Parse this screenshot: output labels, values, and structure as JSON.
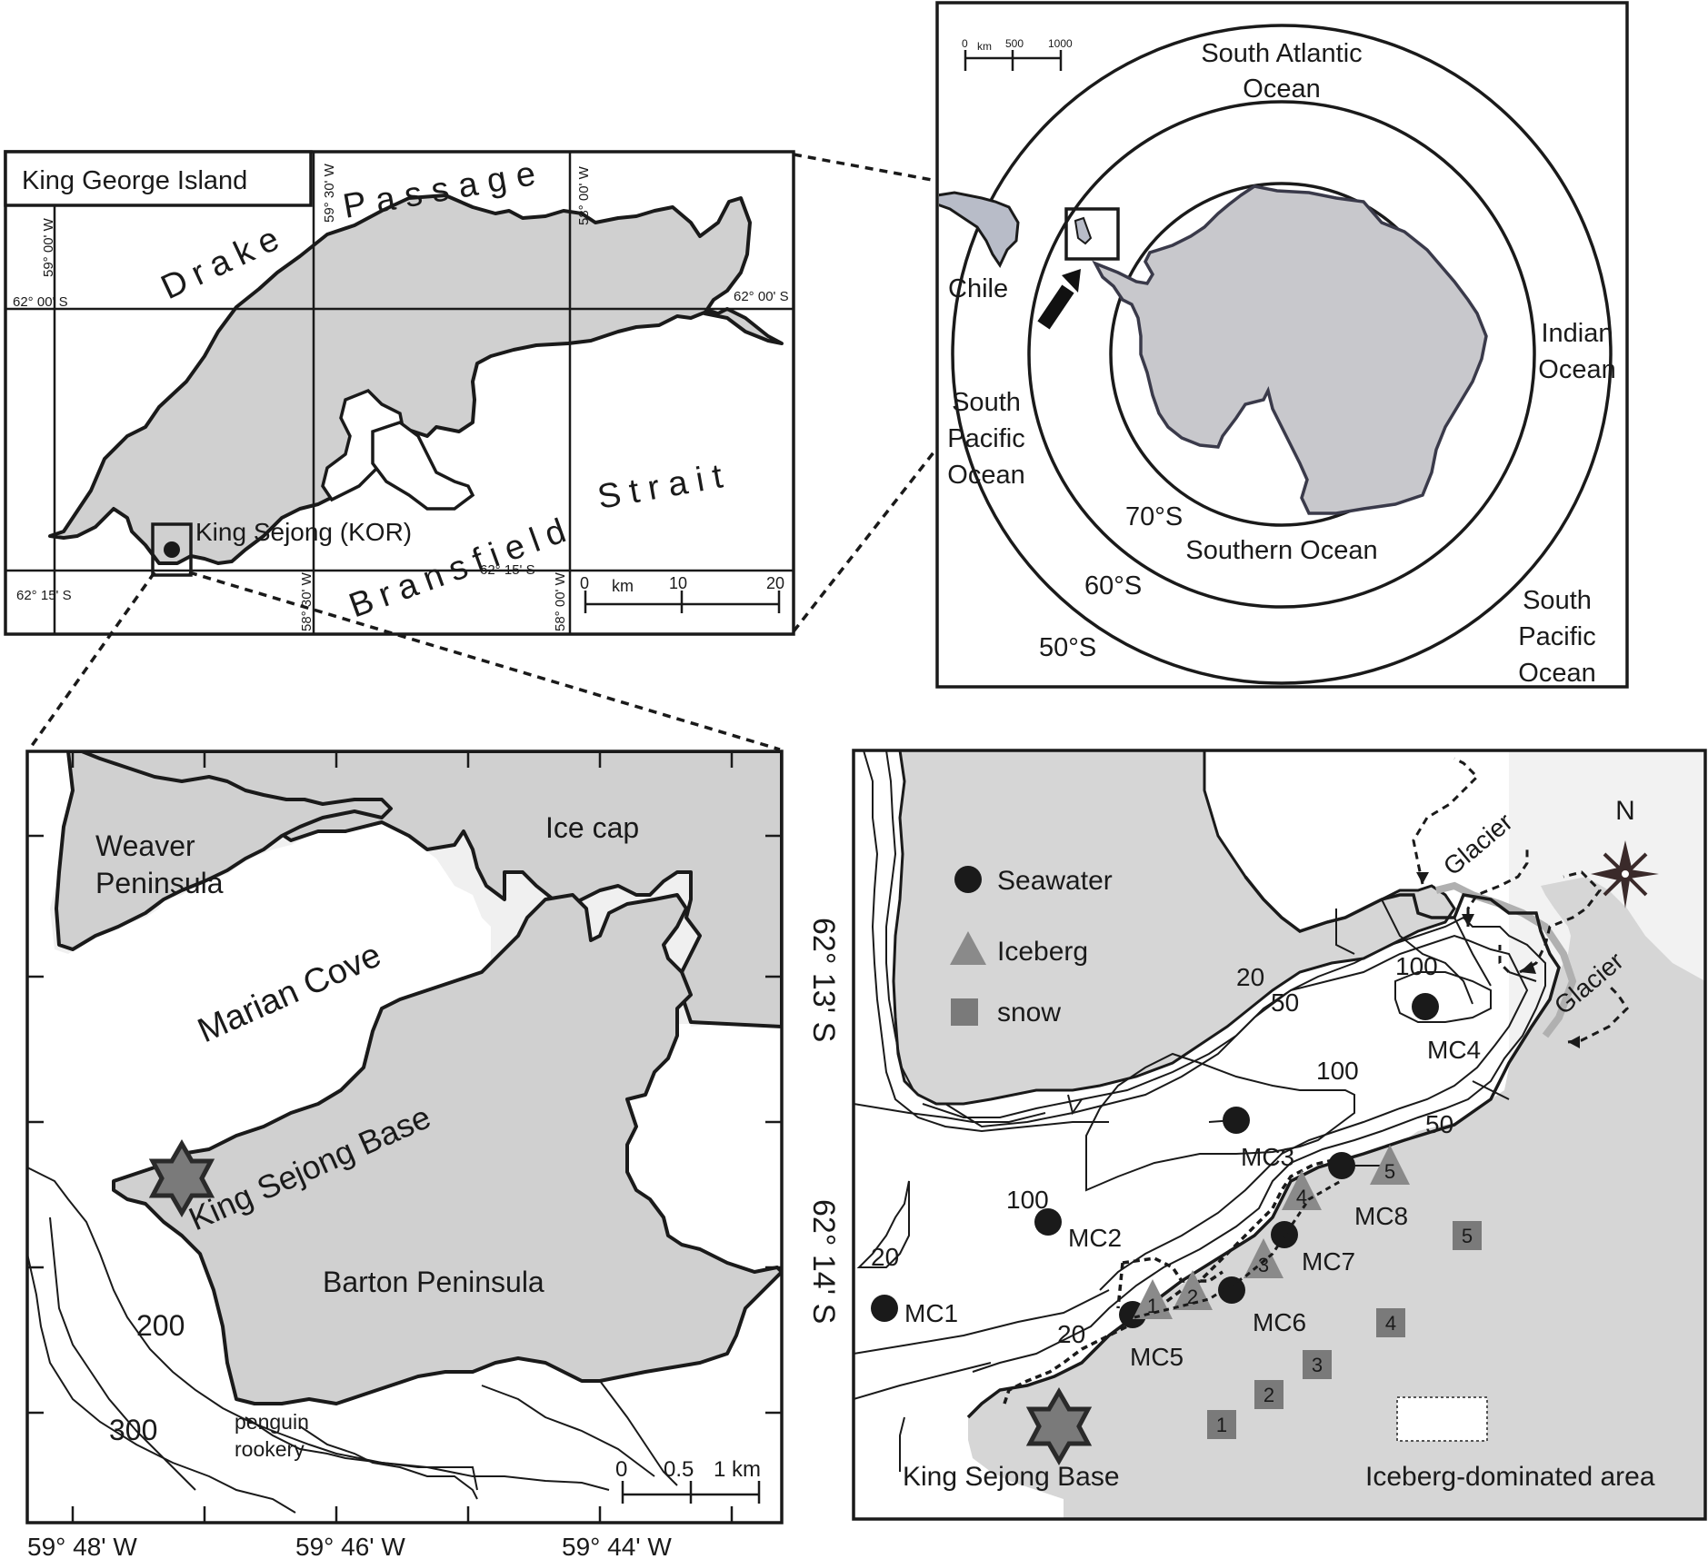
{
  "kgi_map": {
    "title": "King George Island",
    "passage_word1": "Drake",
    "passage_word2": "Passage",
    "strait_word1": "Bransfield",
    "strait_word2": "Strait",
    "station": "King Sejong (KOR)",
    "lat_labels": [
      "62° 00' S",
      "62° 00' S",
      "62° 15' S",
      "62° 15' S"
    ],
    "lon_labels": [
      "59° 00' W",
      "59° 30' W",
      "58° 00' W",
      "58° 30' W",
      "58° 00' W"
    ],
    "scale": [
      "0",
      "km",
      "10",
      "20"
    ]
  },
  "antarctica_map": {
    "scale": [
      "0",
      "km",
      "500",
      "1000"
    ],
    "oceans": {
      "south_atlantic": [
        "South Atlantic",
        "Ocean"
      ],
      "indian": [
        "Indian",
        "Ocean"
      ],
      "south_pacific_left": [
        "South",
        "Pacific",
        "Ocean"
      ],
      "south_pacific_right": [
        "South",
        "Pacific",
        "Ocean"
      ],
      "southern": "Southern Ocean"
    },
    "latitudes": [
      "70°S",
      "60°S",
      "50°S"
    ],
    "country": "Chile"
  },
  "barton_map": {
    "weaver": [
      "Weaver",
      "Peninsula"
    ],
    "ice_cap": "Ice cap",
    "marian_cove": "Marian Cove",
    "base": "King Sejong Base",
    "barton": "Barton Peninsula",
    "penguin": [
      "penguin",
      "rookery"
    ],
    "depths": [
      "200",
      "300"
    ],
    "lat_labels": [
      "62° 13' S",
      "62° 14' S"
    ],
    "lon_labels": [
      "59° 48' W",
      "59° 46' W",
      "59° 44' W"
    ],
    "scale": [
      "0",
      "0.5",
      "1 km"
    ]
  },
  "cove_map": {
    "legend": [
      "Seawater",
      "Iceberg",
      "snow"
    ],
    "glacier": "Glacier",
    "north": "N",
    "base": "King Sejong Base",
    "iceberg_area": "Iceberg-dominated area",
    "depths": [
      "20",
      "50",
      "100",
      "100",
      "50",
      "100",
      "20",
      "20"
    ],
    "seawater_sites": [
      "MC1",
      "MC2",
      "MC3",
      "MC4",
      "MC5",
      "MC6",
      "MC7",
      "MC8"
    ],
    "iceberg_numbers": [
      "1",
      "2",
      "3",
      "4",
      "5"
    ],
    "snow_numbers": [
      "1",
      "2",
      "3",
      "4",
      "5"
    ]
  },
  "colors": {
    "land": "#d0d0d0",
    "ice": "#efefef",
    "marker": "#1a1a1a",
    "iceberg": "#8a8a8a",
    "snow": "#7a7a7a"
  }
}
